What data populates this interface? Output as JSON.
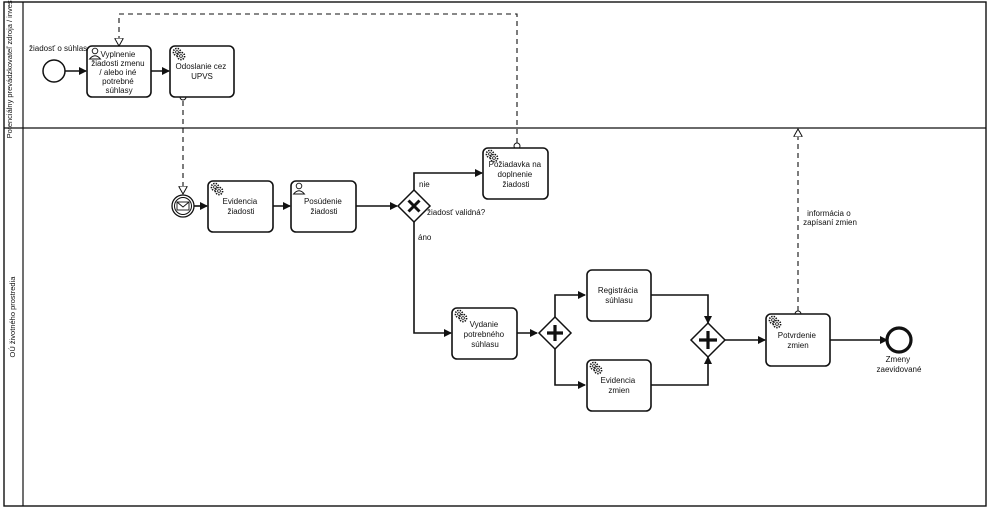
{
  "pool": {
    "lanes": [
      {
        "label": "Potenciálny prevádzkovateľ zdroja / investor"
      },
      {
        "label": "OÚ životného prostredia"
      }
    ]
  },
  "events": {
    "start_label": "žiadosť o súhlas",
    "end_label_1": "Zmeny",
    "end_label_2": "zaevidované"
  },
  "tasks": {
    "vyplnenie": [
      "Vyplnenie",
      "žiadosti zmenu",
      "/ alebo iné",
      "potrebné",
      "súhlasy"
    ],
    "odoslanie": [
      "Odoslanie cez",
      "UPVS"
    ],
    "evidencia_ziadosti": [
      "Evidencia",
      "žiadosti"
    ],
    "posudenie": [
      "Posúdenie",
      "žiadosti"
    ],
    "poziadavka": [
      "Požiadavka na",
      "doplnenie",
      "žiadosti"
    ],
    "vydanie": [
      "Vydanie",
      "potrebného",
      "súhlasu"
    ],
    "registracia": [
      "Registrácia",
      "súhlasu"
    ],
    "evidencia_zmien": [
      "Evidencia",
      "zmien"
    ],
    "potvrdenie": [
      "Potvrdenie",
      "zmien"
    ]
  },
  "gateway": {
    "question": "žiadosť validná?",
    "no": "nie",
    "yes": "áno"
  },
  "annotation": [
    "informácia o",
    "zapísaní zmien"
  ]
}
